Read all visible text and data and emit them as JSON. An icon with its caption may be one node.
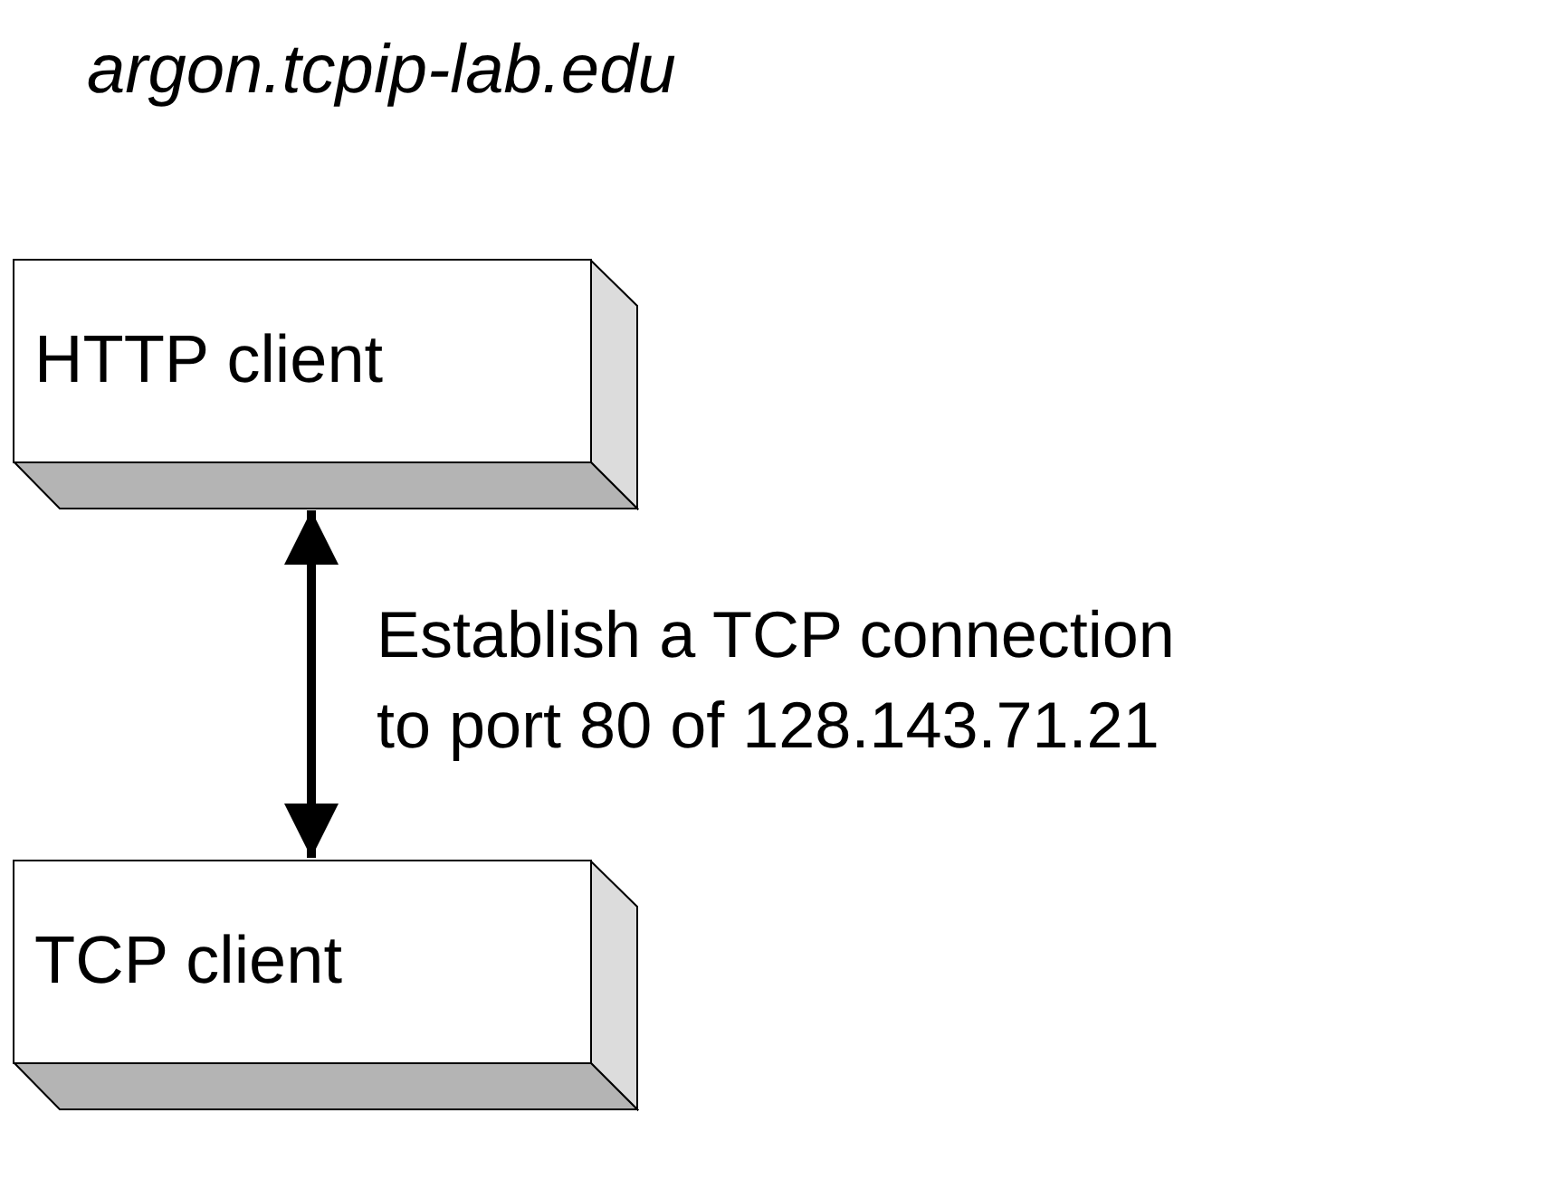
{
  "diagram": {
    "title": "argon.tcpip-lab.edu",
    "nodes": [
      {
        "text": [
          "HTTP client"
        ]
      },
      {
        "text": [
          "TCP client"
        ]
      }
    ],
    "edges": [
      {
        "from": 0,
        "to": 1,
        "arrow": "both",
        "label": "Establish a TCP connection to port 80 of 128.143.71.21"
      }
    ]
  }
}
